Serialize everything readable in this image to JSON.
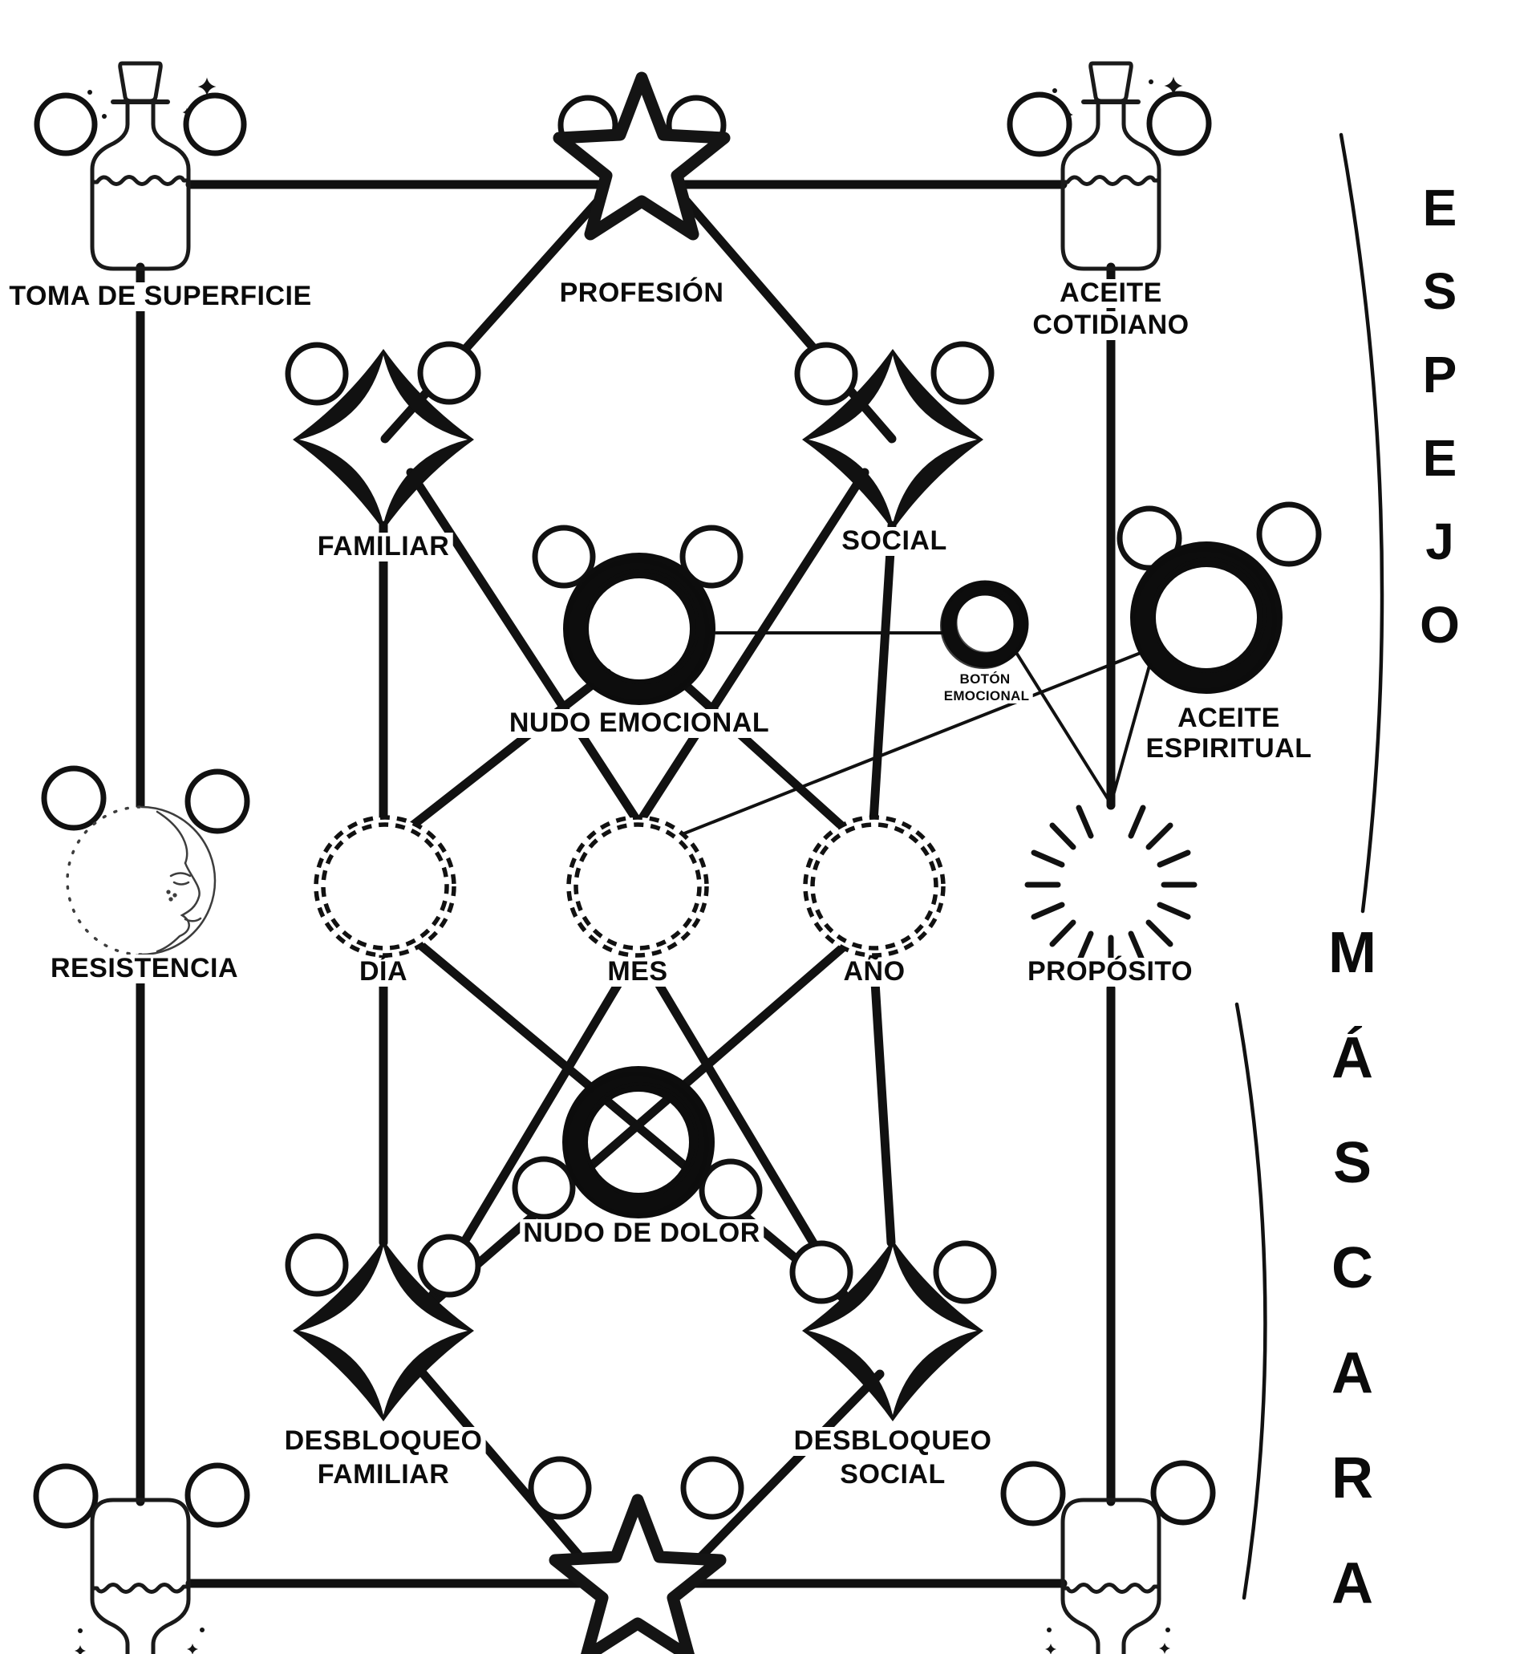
{
  "diagram": {
    "colors": {
      "ink": "#111111",
      "background": "#ffffff"
    },
    "nodes": {
      "toma_de_superficie": {
        "label": "TOMA DE SUPERFICIE",
        "icon": "potion-bottle-icon"
      },
      "profesion": {
        "label": "PROFESIÓN",
        "icon": "star-icon"
      },
      "aceite_cotidiano": {
        "label_line1": "ACEITE",
        "label_line2": "COTIDIANO",
        "icon": "potion-bottle-icon"
      },
      "familiar": {
        "label": "FAMILIAR",
        "icon": "diamond-icon"
      },
      "social": {
        "label": "SOCIAL",
        "icon": "diamond-icon"
      },
      "nudo_emocional": {
        "label": "NUDO EMOCIONAL",
        "icon": "knot-ring-icon"
      },
      "boton_emocional": {
        "label_line1": "BOTÓN",
        "label_line2": "EMOCIONAL",
        "icon": "small-ring-icon"
      },
      "aceite_espiritual": {
        "label_line1": "ACEITE",
        "label_line2": "ESPIRITUAL",
        "icon": "knot-ring-icon"
      },
      "resistencia": {
        "label": "RESISTENCIA",
        "icon": "crescent-moon-icon"
      },
      "dia": {
        "label": "DÍA",
        "icon": "dashed-circle-icon"
      },
      "mes": {
        "label": "MES",
        "icon": "dashed-circle-icon"
      },
      "ano": {
        "label": "AÑO",
        "icon": "dashed-circle-icon"
      },
      "proposito": {
        "label": "PROPÓSITO",
        "icon": "sunburst-icon"
      },
      "nudo_de_dolor": {
        "label": "NUDO DE DOLOR",
        "icon": "knot-ring-icon"
      },
      "desbloqueo_familiar": {
        "label_line1": "DESBLOQUEO",
        "label_line2": "FAMILIAR",
        "icon": "diamond-icon"
      },
      "desbloqueo_social": {
        "label_line1": "DESBLOQUEO",
        "label_line2": "SOCIAL",
        "icon": "diamond-icon"
      },
      "estrella_inferior": {
        "icon": "star-icon"
      },
      "frasco_inferior_izquierdo": {
        "icon": "potion-bottle-icon"
      },
      "frasco_inferior_derecho": {
        "icon": "potion-bottle-icon"
      }
    },
    "side_labels": {
      "espejo": {
        "word": "ESPEJO",
        "letters": [
          "E",
          "S",
          "P",
          "E",
          "J",
          "O"
        ]
      },
      "mascara": {
        "word": "MÁSCARA",
        "letters": [
          "M",
          "Á",
          "S",
          "C",
          "A",
          "R",
          "A"
        ]
      }
    }
  }
}
